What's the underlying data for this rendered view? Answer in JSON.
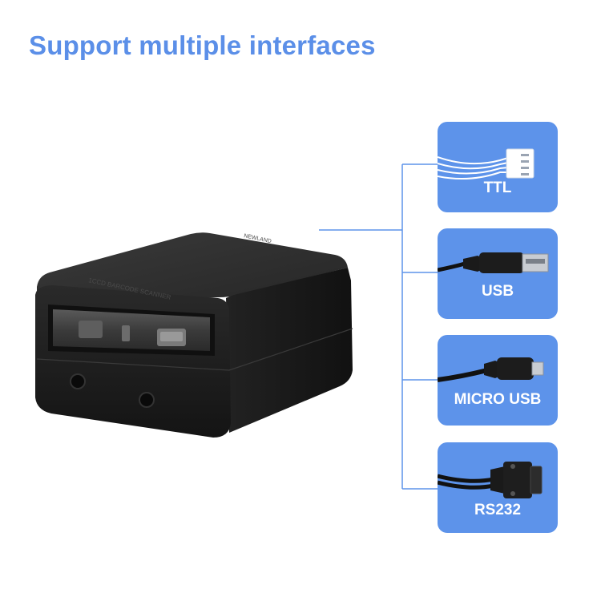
{
  "title": "Support multiple interfaces",
  "device": {
    "top_label": "NEWLAND",
    "side_label": "1CCD BARCODE SCANNER"
  },
  "interfaces": [
    {
      "label": "TTL",
      "icon": "ttl-connector-icon"
    },
    {
      "label": "USB",
      "icon": "usb-a-cable-icon"
    },
    {
      "label": "MICRO USB",
      "icon": "micro-usb-cable-icon"
    },
    {
      "label": "RS232",
      "icon": "rs232-db9-cable-icon"
    }
  ],
  "colors": {
    "title": "#5b8fe8",
    "card": "#5d93ea",
    "connector_lines": "#5d93ea",
    "device": "#1c1c1c"
  }
}
